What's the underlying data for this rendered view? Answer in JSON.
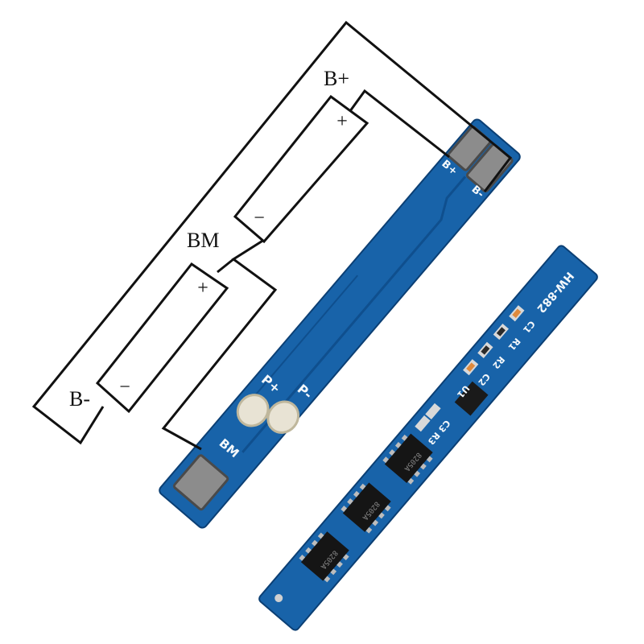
{
  "colors": {
    "pcb": "#1863a9",
    "pcb_dark": "#0f4f8e",
    "pcb_edge": "#0b3f74",
    "silk": "#f4f8fb",
    "pad": "#8c8c8c",
    "wire": "#111111"
  },
  "wiring": {
    "b_plus_label": "B+",
    "bm_label": "BM",
    "b_minus_label": "B-",
    "cell_top": {
      "plus": "+",
      "minus": "−"
    },
    "cell_bottom": {
      "plus": "+",
      "minus": "−"
    }
  },
  "board_front": {
    "pad_b_minus": "B-",
    "pad_b_plus": "B+",
    "pad_p_minus": "P-",
    "pad_p_plus": "P+",
    "pad_bm": "BM"
  },
  "board_back": {
    "model": "HW-882",
    "c1": "C1",
    "r1": "R1",
    "r2": "R2",
    "c2": "C2",
    "u1": "U1",
    "c3": "C3",
    "r3": "R3",
    "chip_mark_1": "8205A",
    "chip_mark_2": "8205A",
    "chip_mark_3": "8205A"
  }
}
